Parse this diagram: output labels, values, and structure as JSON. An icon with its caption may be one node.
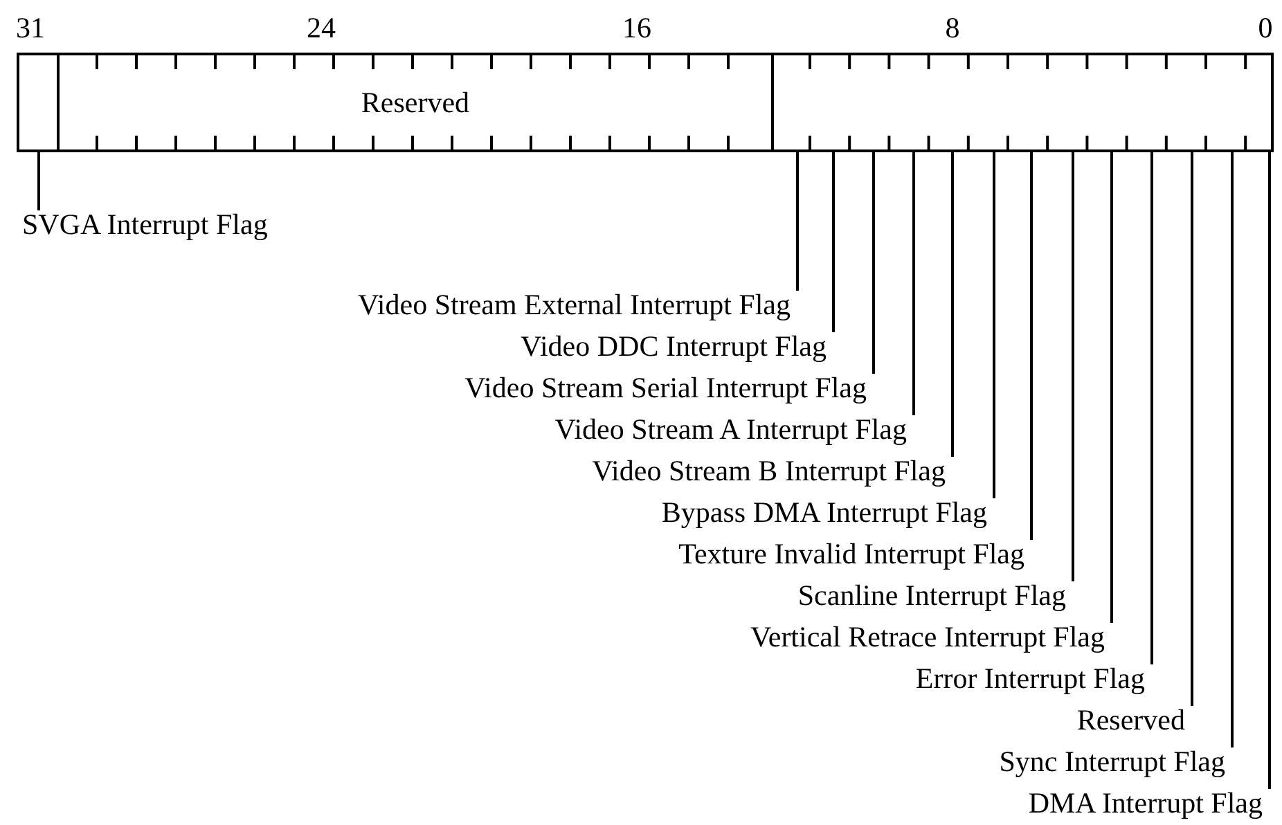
{
  "diagram": {
    "nodes": [
      {
        "text": [],
        "shape": "box"
      },
      {
        "text": [
          "Reserved"
        ]
      },
      {
        "text": [],
        "shape": "box"
      },
      {
        "text": [
          "SVGA Interrupt Flag"
        ]
      },
      {
        "text": [
          "Video Stream External Interrupt Flag"
        ]
      },
      {
        "text": [
          "Video DDC Interrupt Flag"
        ]
      },
      {
        "text": [
          "Video Stream Serial Interrupt Flag"
        ]
      },
      {
        "text": [
          "Video Stream A Interrupt Flag"
        ]
      },
      {
        "text": [
          "Video Stream B Interrupt Flag"
        ]
      },
      {
        "text": [
          "Bypass DMA Interrupt Flag"
        ]
      },
      {
        "text": [
          "Texture Invalid Interrupt Flag"
        ]
      },
      {
        "text": [
          "Scanline Interrupt Flag"
        ]
      },
      {
        "text": [
          "Vertical Retrace Interrupt Flag"
        ]
      },
      {
        "text": [
          "Error Interrupt Flag"
        ]
      },
      {
        "text": [
          "Reserved"
        ]
      },
      {
        "text": [
          "Sync Interrupt Flag"
        ]
      },
      {
        "text": [
          "DMA Interrupt Flag"
        ]
      }
    ],
    "edges": [
      {
        "from": 3,
        "to": 0,
        "arrow": "none"
      },
      {
        "from": 4,
        "to": 2,
        "arrow": "none"
      },
      {
        "from": 5,
        "to": 2,
        "arrow": "none"
      },
      {
        "from": 6,
        "to": 2,
        "arrow": "none"
      },
      {
        "from": 7,
        "to": 2,
        "arrow": "none"
      },
      {
        "from": 8,
        "to": 2,
        "arrow": "none"
      },
      {
        "from": 9,
        "to": 2,
        "arrow": "none"
      },
      {
        "from": 10,
        "to": 2,
        "arrow": "none"
      },
      {
        "from": 11,
        "to": 2,
        "arrow": "none"
      },
      {
        "from": 12,
        "to": 2,
        "arrow": "none"
      },
      {
        "from": 13,
        "to": 2,
        "arrow": "none"
      },
      {
        "from": 14,
        "to": 2,
        "arrow": "none"
      },
      {
        "from": 15,
        "to": 2,
        "arrow": "none"
      },
      {
        "from": 16,
        "to": 2,
        "arrow": "none"
      }
    ],
    "labels": [
      "31",
      "24",
      "16",
      "8",
      "0"
    ]
  }
}
